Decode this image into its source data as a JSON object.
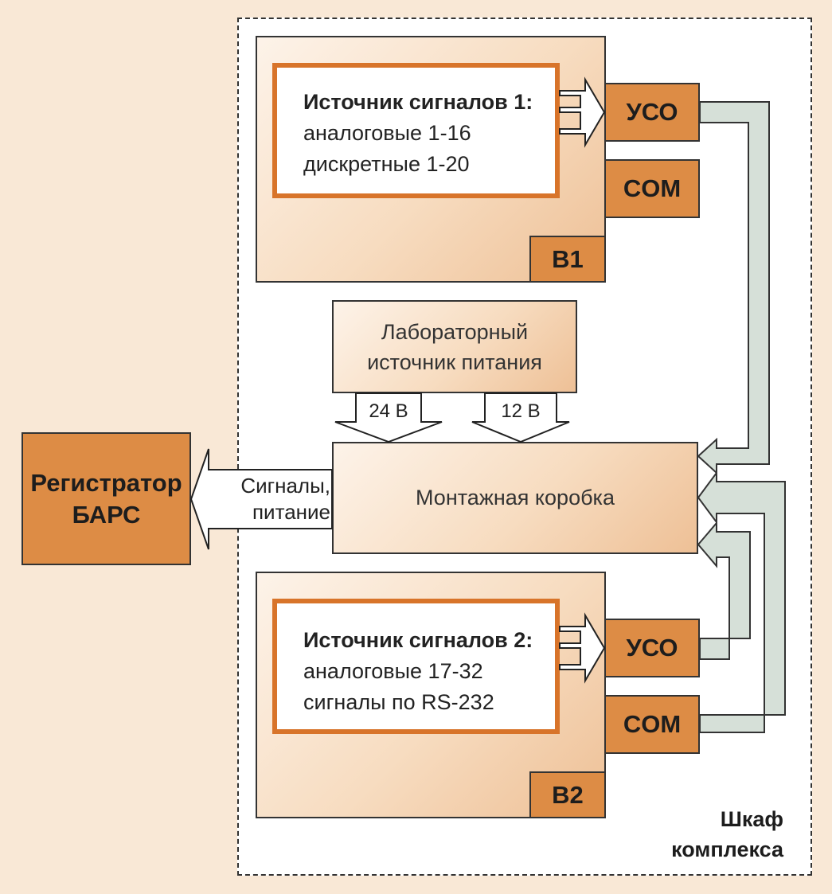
{
  "source1": {
    "title": "Источник сигналов 1:",
    "line1": "аналоговые 1-16",
    "line2": "дискретные 1-20"
  },
  "source2": {
    "title": "Источник сигналов 2:",
    "line1": "аналоговые 17-32",
    "line2": "сигналы по RS-232"
  },
  "uso_label": "УСО",
  "com_label": "COM",
  "b1_label": "B1",
  "b2_label": "B2",
  "power_supply": {
    "line1": "Лабораторный",
    "line2": "источник питания"
  },
  "voltage1": "24 В",
  "voltage2": "12 В",
  "junction_box": "Монтажная коробка",
  "recorder": {
    "line1": "Регистратор",
    "line2": "БАРС"
  },
  "signals_arrow": {
    "line1": "Сигналы,",
    "line2": "питание"
  },
  "cabinet": {
    "line1": "Шкаф",
    "line2": "комплекса"
  },
  "colors": {
    "background": "#f9e8d6",
    "accent": "#dd8c45",
    "source_border": "#d8742a",
    "connector": "#d6e0d8"
  }
}
